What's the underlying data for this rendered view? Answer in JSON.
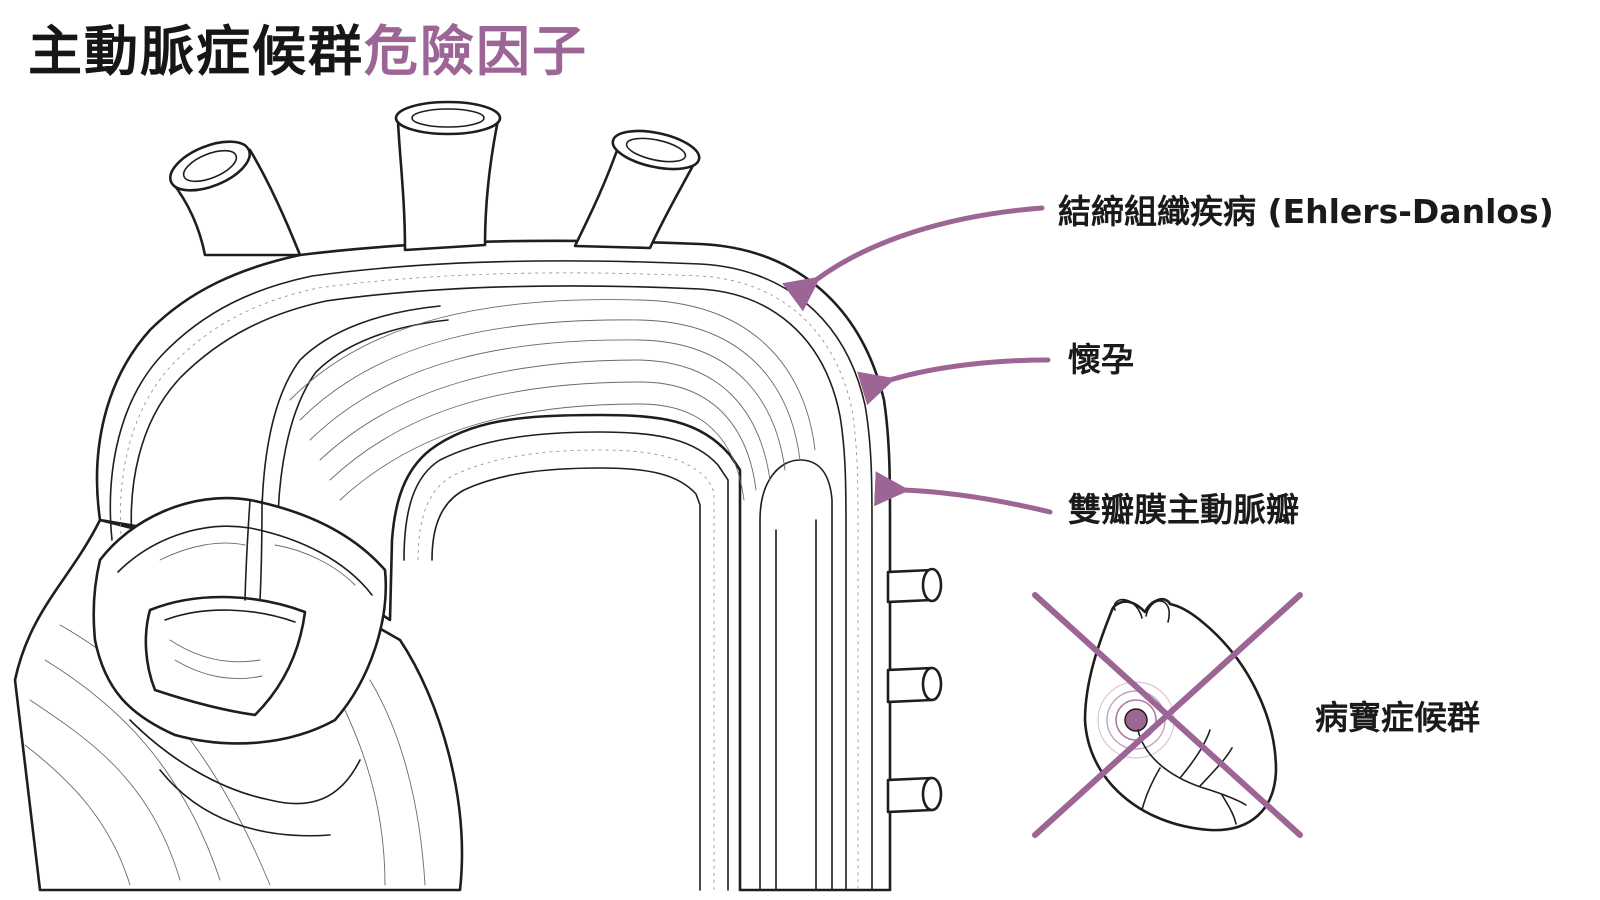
{
  "title": {
    "main": "主動脈症候群",
    "accent": "危險因子"
  },
  "labels": {
    "connective_tissue": "結締組織疾病 (Ehlers-Danlos)",
    "pregnancy": "懷孕",
    "bicuspid_valve": "雙瓣膜主動脈瓣",
    "kawasaki": "病寶症候群"
  },
  "colors": {
    "accent": "#9c6596",
    "text": "#1a1a1a",
    "line": "#1e1e1e"
  }
}
